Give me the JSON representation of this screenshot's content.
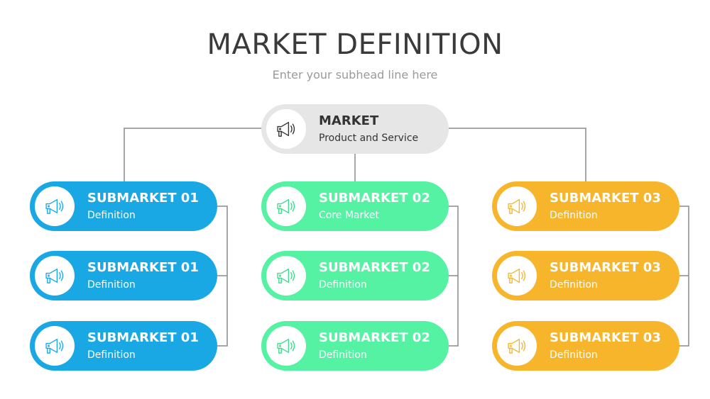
{
  "header": {
    "title": "MARKET DEFINITION",
    "subtitle": "Enter your subhead line here"
  },
  "colors": {
    "market": "#e6e6e6",
    "blue": "#1aa8e5",
    "green": "#55f2a3",
    "orange": "#f7b52b",
    "connector": "#8a8a8a"
  },
  "market": {
    "title": "MARKET",
    "subtitle": "Product and Service",
    "icon": "megaphone-icon"
  },
  "columns": [
    {
      "color": "blue",
      "items": [
        {
          "title": "SUBMARKET 01",
          "subtitle": "Definition",
          "icon": "megaphone-icon"
        },
        {
          "title": "SUBMARKET 01",
          "subtitle": "Definition",
          "icon": "megaphone-icon"
        },
        {
          "title": "SUBMARKET 01",
          "subtitle": "Definition",
          "icon": "megaphone-icon"
        }
      ]
    },
    {
      "color": "green",
      "items": [
        {
          "title": "SUBMARKET 02",
          "subtitle": "Core Market",
          "icon": "megaphone-icon"
        },
        {
          "title": "SUBMARKET 02",
          "subtitle": "Definition",
          "icon": "megaphone-icon"
        },
        {
          "title": "SUBMARKET 02",
          "subtitle": "Definition",
          "icon": "megaphone-icon"
        }
      ]
    },
    {
      "color": "orange",
      "items": [
        {
          "title": "SUBMARKET 03",
          "subtitle": "Definition",
          "icon": "megaphone-icon"
        },
        {
          "title": "SUBMARKET 03",
          "subtitle": "Definition",
          "icon": "megaphone-icon"
        },
        {
          "title": "SUBMARKET 03",
          "subtitle": "Definition",
          "icon": "megaphone-icon"
        }
      ]
    }
  ]
}
